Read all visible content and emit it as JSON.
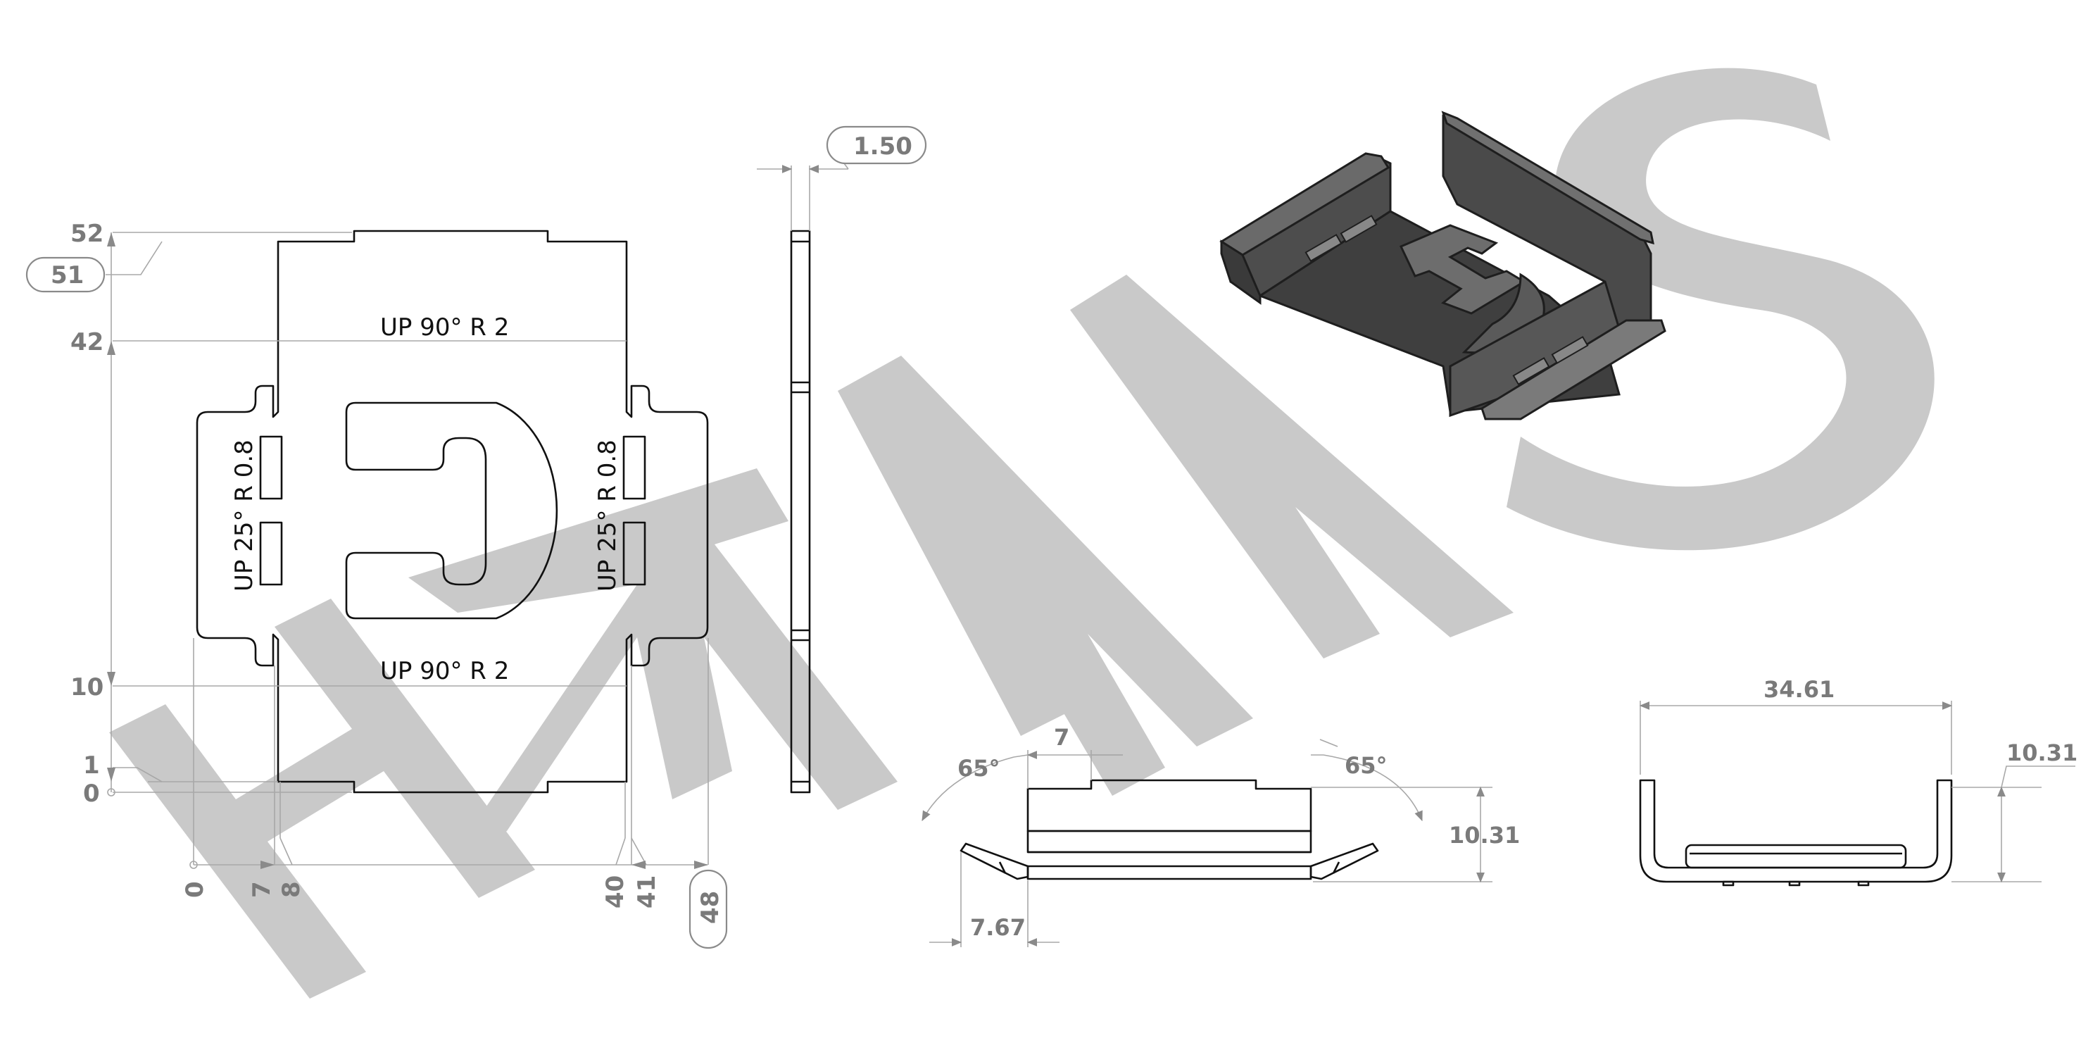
{
  "watermark": {
    "text": "HMWS",
    "color": "#c9c9c9"
  },
  "flat_pattern": {
    "ordinates_vertical": [
      "52",
      "51",
      "42",
      "10",
      "1",
      "0"
    ],
    "ordinates_horizontal": [
      "0",
      "7",
      "8",
      "40",
      "41",
      "48"
    ],
    "notes": {
      "bend_top": "UP  90°  R 2",
      "bend_bottom": "UP  90°  R 2",
      "bend_left": "UP  25°  R 0.8",
      "bend_right": "UP  25°  R 0.8"
    }
  },
  "side_view": {
    "thickness": "1.50"
  },
  "front_view": {
    "tab_width": "7",
    "angle_left": "65°",
    "angle_right": "65°",
    "height": "10.31",
    "flange": "7.67"
  },
  "end_view": {
    "width": "34.61",
    "height": "10.31"
  },
  "iso_view": {
    "fill": "#4d4d4d",
    "edge": "#1e1e1e"
  }
}
